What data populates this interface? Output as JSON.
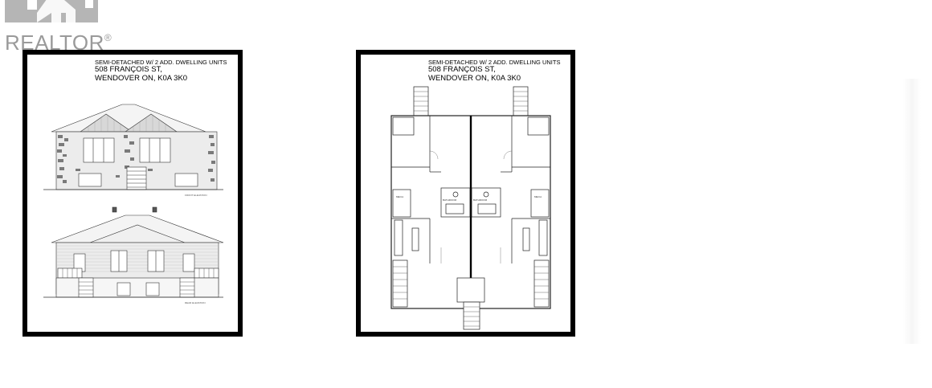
{
  "logo": {
    "brand_text": "REALTOR",
    "reg_mark": "®",
    "icon": "realtor-house-icon",
    "color": "#9a9a9a"
  },
  "sheets": [
    {
      "header": {
        "line1": "SEMI-DETACHED W/ 2 ADD. DWELLING UNITS",
        "line2": "508 FRANÇOIS ST,",
        "line3": "WENDOVER ON, K0A 3K0"
      },
      "content": "elevations"
    },
    {
      "header": {
        "line1": "SEMI-DETACHED W/ 2 ADD. DWELLING UNITS",
        "line2": "508 FRANÇOIS ST,",
        "line3": "WENDOVER ON, K0A 3K0"
      },
      "content": "floor-plan",
      "room_labels": [
        "BATHROOM",
        "BATHROOM",
        "MECH.",
        "MECH."
      ]
    }
  ]
}
